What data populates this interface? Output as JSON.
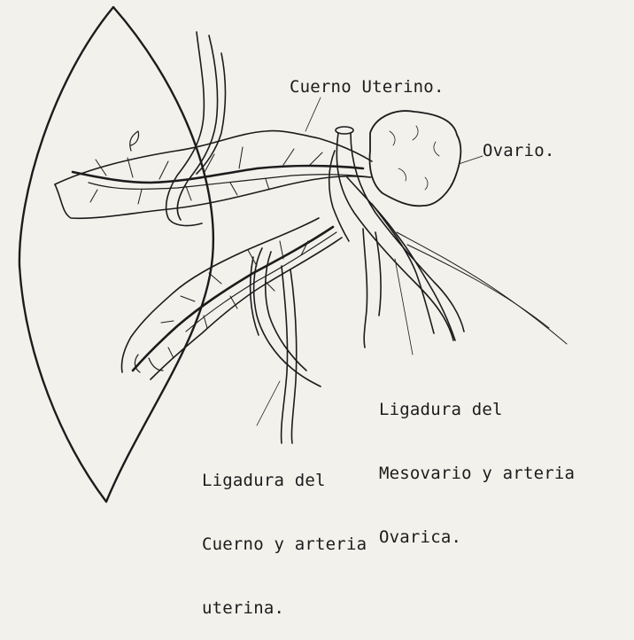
{
  "labels": {
    "cuerno_uterino": "Cuerno Uterino.",
    "ovario": "Ovario.",
    "mesovario": [
      "Ligadura del",
      "Mesovario y arteria",
      "Ovarica."
    ],
    "cuerno_arteria": [
      "Ligadura del",
      "Cuerno y arteria",
      "uterina."
    ]
  },
  "colors": {
    "paper": "#f3f1ec",
    "ink": "#1c1c1c"
  }
}
